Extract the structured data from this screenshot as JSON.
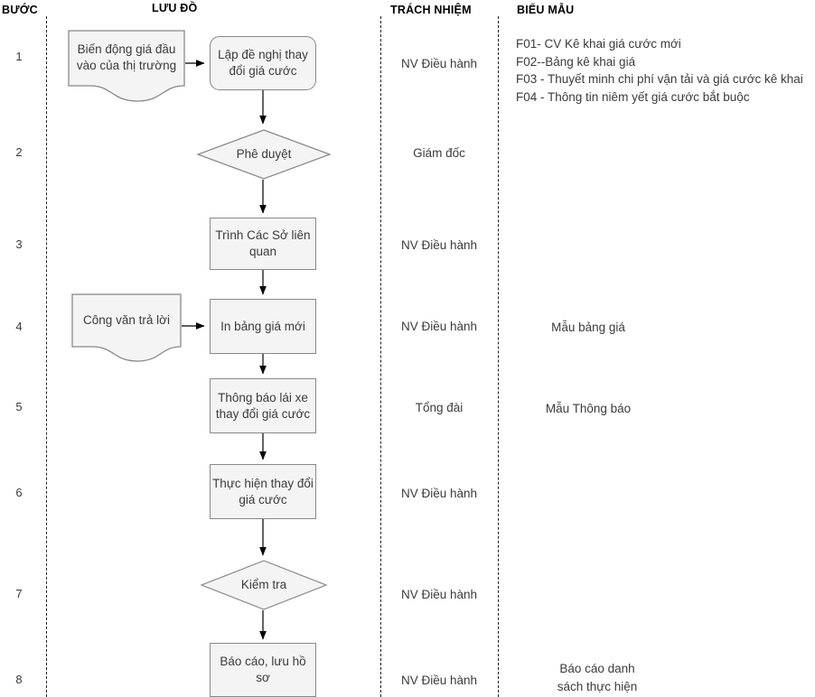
{
  "headers": {
    "step": "BƯỚC",
    "flow": "LƯU ĐỒ",
    "responsibility": "TRÁCH NHIỆM",
    "form": "BIỂU MẪU"
  },
  "colors": {
    "node_fill": "#f4f4f4",
    "node_stroke": "#888888",
    "divider": "#222222",
    "text": "#3b3b3b",
    "header_text": "#000000",
    "connector": "#000000"
  },
  "steps": [
    {
      "number": "1",
      "responsibility": "NV Điều hành",
      "forms": "F01- CV Kê khai giá cước mới\nF02--Bảng kê khai giá\nF03 - Thuyết minh chi phí vận tải và giá cước kê khai\nF04 - Thông tin niêm yết giá cước bắt buộc"
    },
    {
      "number": "2",
      "responsibility": "Giám đốc",
      "forms": ""
    },
    {
      "number": "3",
      "responsibility": "NV Điều hành",
      "forms": ""
    },
    {
      "number": "4",
      "responsibility": "NV Điều hành",
      "forms": "Mẫu bảng giá"
    },
    {
      "number": "5",
      "responsibility": "Tổng đài",
      "forms": "Mẫu Thông báo"
    },
    {
      "number": "6",
      "responsibility": "NV Điều hành",
      "forms": ""
    },
    {
      "number": "7",
      "responsibility": "NV Điều hành",
      "forms": ""
    },
    {
      "number": "8",
      "responsibility": "NV Điều hành",
      "forms": "Báo cáo danh\nsách thực hiện"
    }
  ],
  "nodes": {
    "input_market": "Biến động giá đầu\nvào của thị trường",
    "proposal": "Lập đề nghị thay\nđổi giá cước",
    "approve": "Phê duyệt",
    "submit_depts": "Trình Các Sở liên\nquan",
    "reply_doc": "Công văn trả lời",
    "print_price": "In bảng giá mới",
    "notify_drivers": "Thông báo lái xe\nthay đổi giá cước",
    "apply_change": "Thực hiện thay đổi\ngiá cước",
    "check": "Kiểm tra",
    "report": "Báo cáo, lưu hồ\nsơ"
  }
}
